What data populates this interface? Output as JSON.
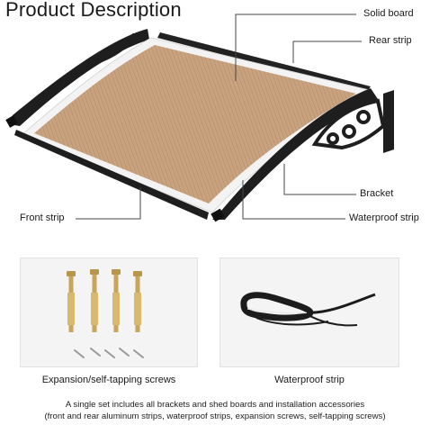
{
  "page": {
    "title": "Product Description"
  },
  "callouts": {
    "solid_board": "Solid board",
    "rear_strip": "Rear strip",
    "bracket": "Bracket",
    "front_strip": "Front strip",
    "waterproof_strip": "Waterproof strip"
  },
  "accessories": [
    {
      "caption": "Expansion/self-tapping screws",
      "icon": "screws-icon"
    },
    {
      "caption": "Waterproof strip",
      "icon": "waterproof-strip-icon"
    }
  ],
  "footnote": {
    "line1": "A single set includes all brackets and shed boards and installation accessories",
    "line2": "(front and rear aluminum strips, waterproof strips, expansion screws, self-tapping screws)"
  },
  "colors": {
    "board": "#c8a27e",
    "frame": "#1c1c1c",
    "panel_bg": "#f4f4f4",
    "bolt": "#c9a55c"
  }
}
